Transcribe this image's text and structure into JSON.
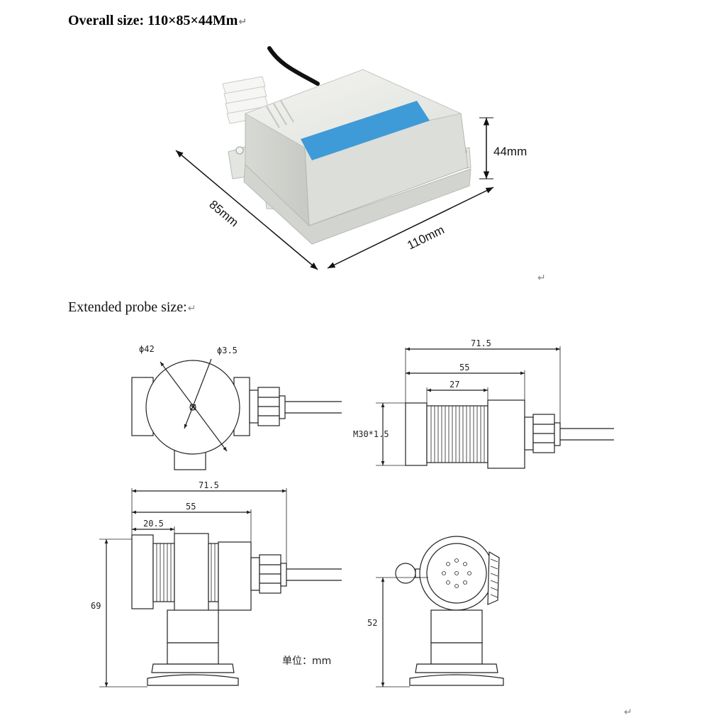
{
  "overall_title": "Overall size: 110×85×44Mm",
  "probe_title": "Extended probe size:",
  "para_mark": "↵",
  "photo": {
    "dim_height": "44mm",
    "dim_depth": "85mm",
    "dim_width": "110mm",
    "body_color": "#e9ebe6",
    "stripe_color": "#3f9ad8"
  },
  "drawing": {
    "front_view": {
      "dia_outer": "ϕ42",
      "dia_hole": "ϕ3.5"
    },
    "side_view": {
      "total": "71.5",
      "body": "55",
      "thread": "27",
      "thread_spec": "M30*1.5"
    },
    "mount_view": {
      "total": "71.5",
      "body": "55",
      "flange": "20.5",
      "height": "69"
    },
    "flange_view": {
      "height": "52"
    },
    "unit_label": "单位：mm"
  }
}
